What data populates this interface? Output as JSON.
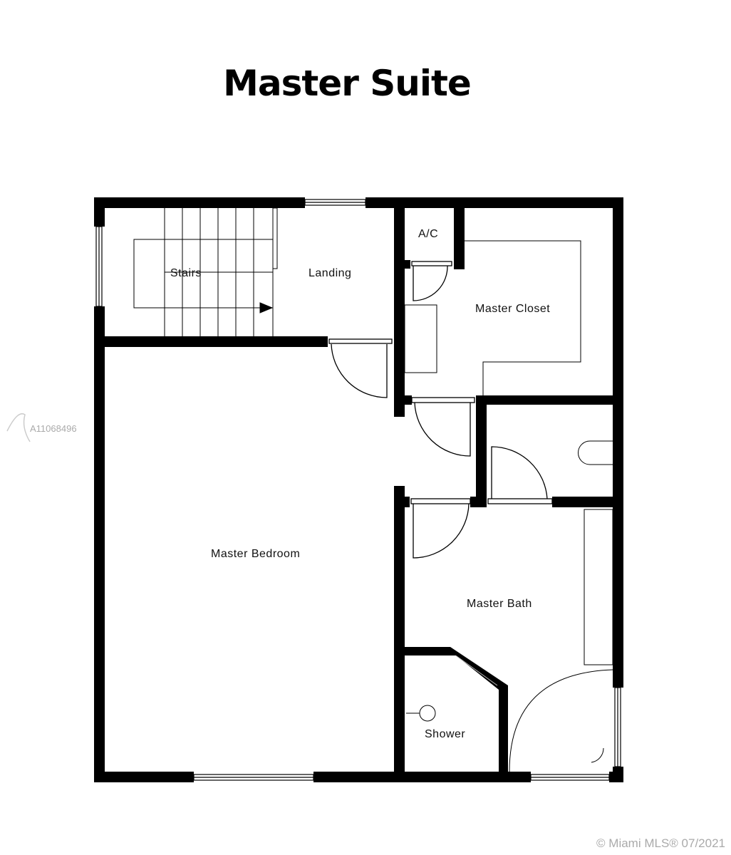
{
  "title": "Master Suite",
  "rooms": {
    "stairs": "Stairs",
    "landing": "Landing",
    "ac": "A/C",
    "closet": "Master Closet",
    "bedroom": "Master Bedroom",
    "bath": "Master Bath",
    "shower": "Shower"
  },
  "watermark": {
    "listing_id": "A11068496"
  },
  "footer": {
    "copyright": "© Miami MLS® 07/2021"
  }
}
